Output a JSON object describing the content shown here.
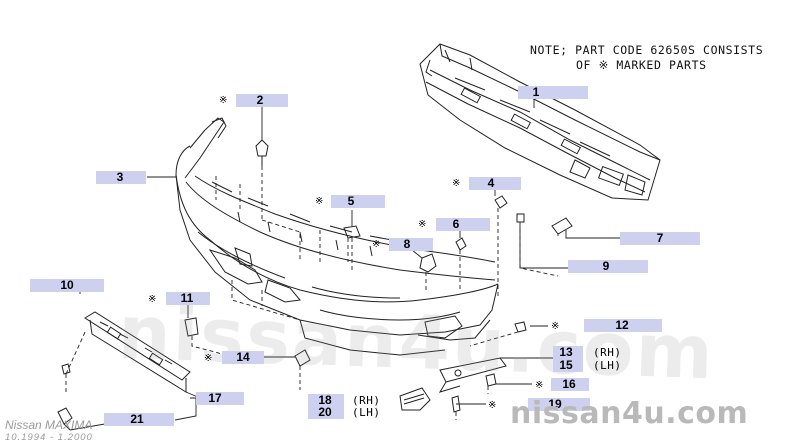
{
  "note": {
    "line1": "NOTE; PART CODE 62650S CONSISTS",
    "line2": "OF ※ MARKED PARTS"
  },
  "star_symbol": "※",
  "callouts": [
    {
      "id": "1",
      "num": "1",
      "starred": false
    },
    {
      "id": "2",
      "num": "2",
      "starred": true
    },
    {
      "id": "3",
      "num": "3",
      "starred": false
    },
    {
      "id": "4",
      "num": "4",
      "starred": true
    },
    {
      "id": "5",
      "num": "5",
      "starred": true
    },
    {
      "id": "6",
      "num": "6",
      "starred": true
    },
    {
      "id": "7",
      "num": "7",
      "starred": false
    },
    {
      "id": "8",
      "num": "8",
      "starred": true
    },
    {
      "id": "9",
      "num": "9",
      "starred": false
    },
    {
      "id": "10",
      "num": "10",
      "starred": false
    },
    {
      "id": "11",
      "num": "11",
      "starred": true
    },
    {
      "id": "12",
      "num": "12",
      "starred": true
    },
    {
      "id": "13",
      "num": "13",
      "starred": false
    },
    {
      "id": "15",
      "num": "15",
      "starred": false
    },
    {
      "id": "14",
      "num": "14",
      "starred": true
    },
    {
      "id": "16",
      "num": "16",
      "starred": true
    },
    {
      "id": "17",
      "num": "17",
      "starred": false
    },
    {
      "id": "18",
      "num": "18",
      "starred": false
    },
    {
      "id": "20",
      "num": "20",
      "starred": false
    },
    {
      "id": "19",
      "num": "19",
      "starred": true
    },
    {
      "id": "21",
      "num": "21",
      "starred": false
    }
  ],
  "side_labels": {
    "rh_13": "(RH)",
    "lh_15": "(LH)",
    "rh_18": "(RH)",
    "lh_20": "(LH)"
  },
  "watermark": {
    "center": "nissan4u.com",
    "brand": "nissan4u.com"
  },
  "model": {
    "name": "Nissan MAXIMA",
    "dates": "10.1994 - 1.2000"
  },
  "colors": {
    "callout_bg": "#cdd0ee",
    "line": "#222222",
    "watermark": "#b9b9b9"
  }
}
